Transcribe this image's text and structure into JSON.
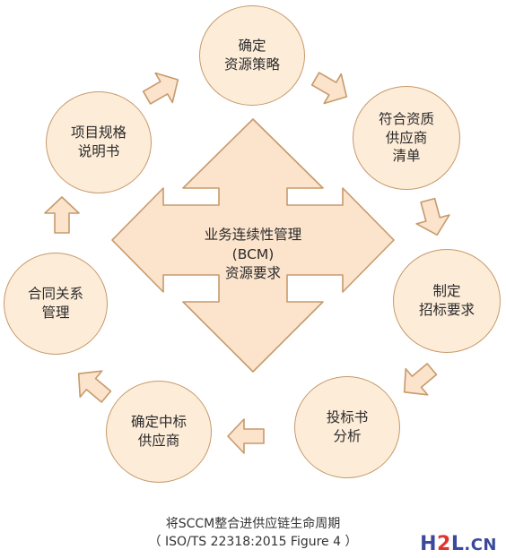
{
  "center": {
    "line1": "业务连续性管理",
    "line2": "(BCM)",
    "line3": "资源要求"
  },
  "nodes": [
    {
      "id": "strategy",
      "lines": [
        "确定",
        "资源策略"
      ]
    },
    {
      "id": "suppliers",
      "lines": [
        "符合资质",
        "供应商",
        "清单"
      ]
    },
    {
      "id": "tender",
      "lines": [
        "制定",
        "招标要求"
      ]
    },
    {
      "id": "bid",
      "lines": [
        "投标书",
        "分析"
      ]
    },
    {
      "id": "winner",
      "lines": [
        "确定中标",
        "供应商"
      ]
    },
    {
      "id": "contract",
      "lines": [
        "合同关系",
        "管理"
      ]
    },
    {
      "id": "spec",
      "lines": [
        "项目规格",
        "说明书"
      ]
    }
  ],
  "caption": {
    "line1": "将SCCM整合进供应链生命周期",
    "line2": "（ ISO/TS 22318:2015 Figure 4 ）"
  },
  "watermark": {
    "main": "H",
    "num": "2",
    "rest": "L",
    "tld": ".CN"
  },
  "colors": {
    "fill": "#fdecd8",
    "stroke": "#c79a6c",
    "arrow_fill": "#fbe3cc"
  }
}
